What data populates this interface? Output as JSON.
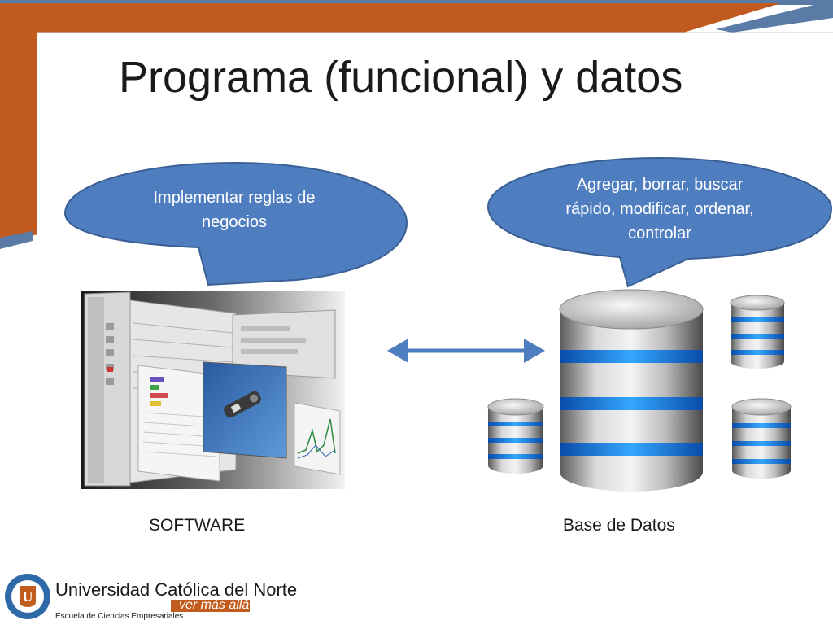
{
  "slide": {
    "title": "Programa (funcional) y datos",
    "bubble_left": {
      "lines": [
        "Implementar reglas de",
        "negocios"
      ]
    },
    "bubble_right": {
      "lines": [
        "Agregar, borrar, buscar",
        "rápido, modificar, ordenar,",
        "controlar"
      ]
    },
    "caption_software": "SOFTWARE",
    "caption_database": "Base de Datos"
  },
  "logo": {
    "name": "Universidad Católica del Norte",
    "tagline": "ver más allá",
    "subtitle": "Escuela de Ciencias Empresariales",
    "seal_letter": "U"
  },
  "colors": {
    "frame_orange": "#c05a1f",
    "frame_blue": "#5b7ba7",
    "bubble_fill": "#4f7ec0",
    "bubble_stroke": "#3a5f95",
    "arrow": "#4f7ec0"
  }
}
